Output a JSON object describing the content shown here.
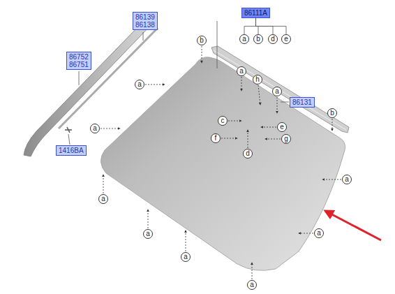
{
  "diagram": {
    "nodes": [
      {
        "text": [
          "86139",
          "86138"
        ]
      },
      {
        "text": [
          "86111A"
        ]
      },
      {
        "text": [
          "a"
        ]
      },
      {
        "text": [
          "b"
        ]
      },
      {
        "text": [
          "d"
        ]
      },
      {
        "text": [
          "e"
        ]
      },
      {
        "text": [
          "b"
        ]
      },
      {
        "text": [
          "86752",
          "86751"
        ]
      },
      {
        "text": [
          "a"
        ]
      },
      {
        "text": [
          "h"
        ]
      },
      {
        "text": [
          "a"
        ]
      },
      {
        "text": [
          "a"
        ]
      },
      {
        "text": [
          "86131"
        ]
      },
      {
        "text": [
          "c"
        ]
      },
      {
        "text": [
          "e"
        ]
      },
      {
        "text": [
          "b"
        ]
      },
      {
        "text": [
          "a"
        ]
      },
      {
        "text": [
          "f"
        ]
      },
      {
        "text": [
          "g"
        ]
      },
      {
        "text": [
          "1416BA"
        ]
      },
      {
        "text": [
          "d"
        ]
      },
      {
        "text": [
          "a"
        ]
      },
      {
        "text": [
          "a"
        ]
      },
      {
        "text": [
          "a"
        ]
      },
      {
        "text": [
          "a"
        ]
      },
      {
        "text": [
          "a"
        ]
      },
      {
        "text": [
          "a"
        ]
      }
    ],
    "edges": [
      {
        "from": 1,
        "to": 2,
        "arrow": "none"
      },
      {
        "from": 1,
        "to": 3,
        "arrow": "none"
      },
      {
        "from": 1,
        "to": 4,
        "arrow": "none"
      },
      {
        "from": 1,
        "to": 5,
        "arrow": "none"
      }
    ]
  }
}
